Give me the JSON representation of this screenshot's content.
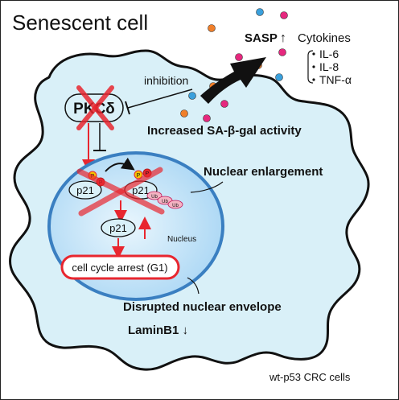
{
  "title": "Senescent cell",
  "sasp": {
    "label": "SASP",
    "arrow": "↑",
    "cytokines_label": "Cytokines",
    "cytokines": [
      "IL-6",
      "IL-8",
      "TNF-α"
    ]
  },
  "pkc": {
    "label": "PKCδ",
    "inhibition": "inhibition"
  },
  "sa_gal": "Increased SA-β-gal activity",
  "nuclear_enlargement": "Nuclear enlargement",
  "p21_left": "p21",
  "p21_right": "p21",
  "p21_center": "p21",
  "p_label": "P",
  "ub_label": "Ub",
  "nucleus": "Nucleus",
  "arrest": "cell cycle arrest (G1)",
  "envelope": "Disrupted nuclear envelope",
  "lamin": "LaminB1 ↓",
  "footer": "wt-p53 CRC cells",
  "colors": {
    "cell_fill": "#d9f0f8",
    "nucleus_fill": "#bfe2f7",
    "nucleus_border": "#3a7fc1",
    "red": "#e8262f",
    "dot_blue": "#3aa0dc",
    "dot_pink": "#e6287e",
    "dot_orange": "#f07f2a",
    "ub_fill": "#f4b3c2",
    "p_fill": "#f5c400"
  }
}
